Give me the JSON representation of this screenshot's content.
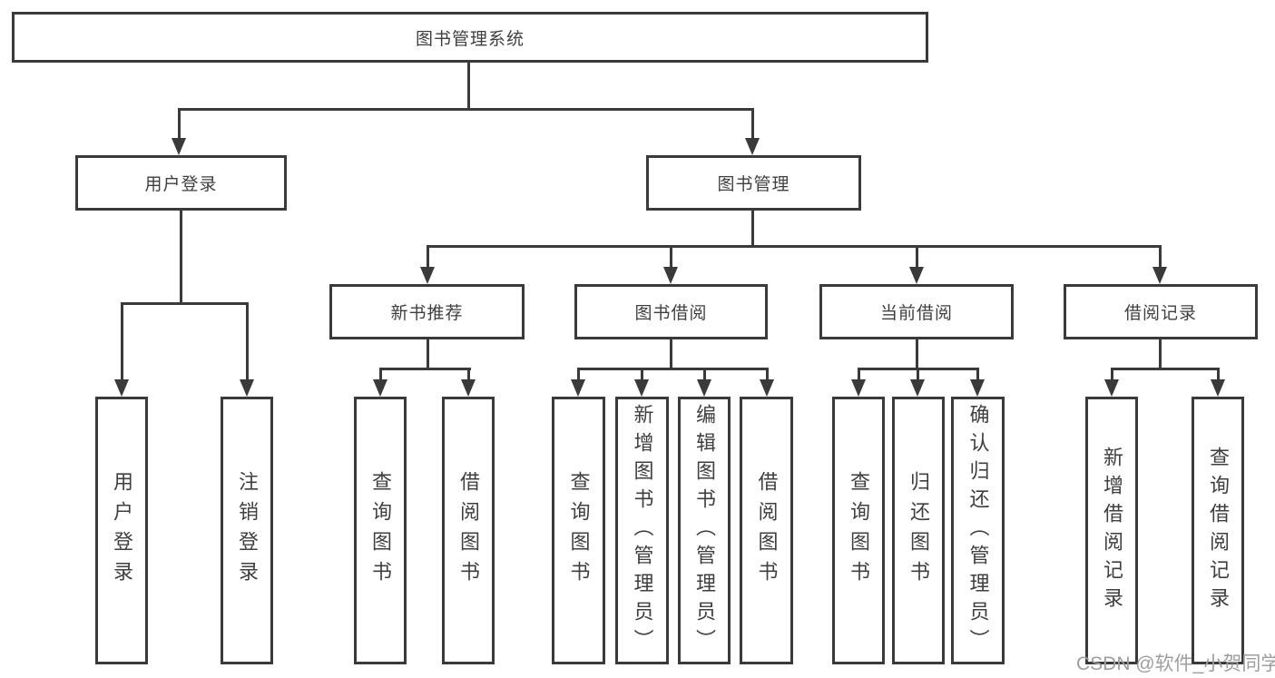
{
  "tree": {
    "root": "图书管理系统",
    "user_login": {
      "label": "用户登录",
      "children": [
        "用户登录",
        "注销登录"
      ]
    },
    "book_mgmt": {
      "label": "图书管理",
      "sections": {
        "new_book": {
          "label": "新书推荐",
          "children": [
            "查询图书",
            "借阅图书"
          ]
        },
        "book_borrow": {
          "label": "图书借阅",
          "children": [
            "查询图书",
            "新增图书（管理员）",
            "编辑图书（管理员）",
            "借阅图书"
          ]
        },
        "current_borrow": {
          "label": "当前借阅",
          "children": [
            "查询图书",
            "归还图书",
            "确认归还（管理员）"
          ]
        },
        "borrow_record": {
          "label": "借阅记录",
          "children": [
            "新增借阅记录",
            "查询借阅记录"
          ]
        }
      }
    }
  },
  "watermark": "CSDN @软件_小贺同学",
  "colors": {
    "line": "#3a3a3a",
    "text": "#3f3f3f",
    "watermark": "#9e9e9e",
    "background": "#ffffff"
  }
}
